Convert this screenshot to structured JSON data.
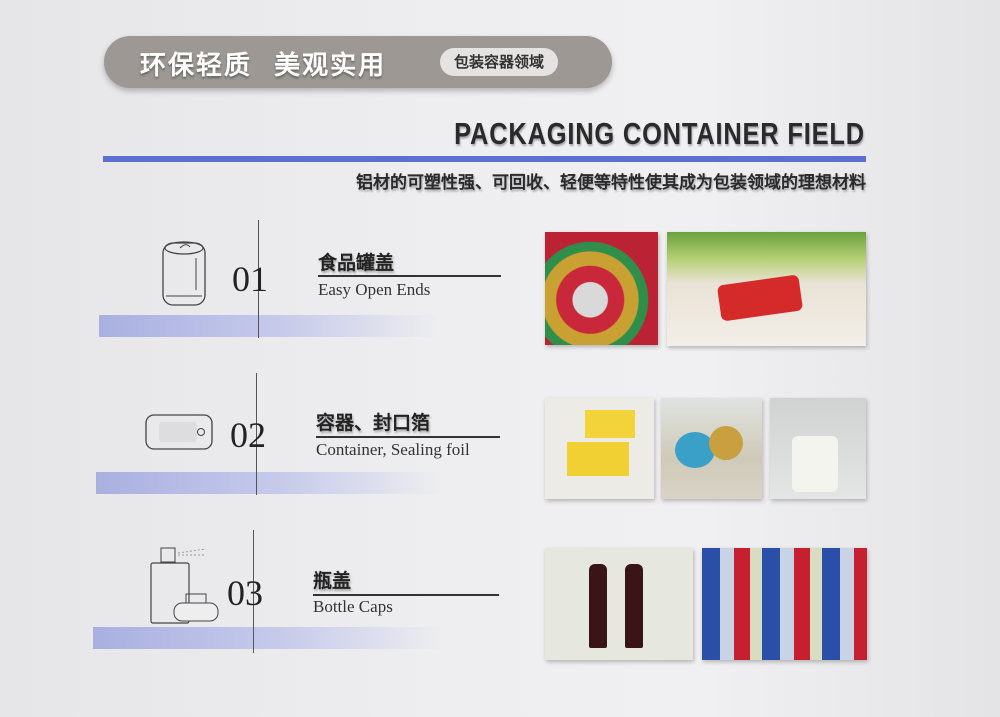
{
  "banner": {
    "title": "环保轻质  美观实用",
    "tag": "包装容器领域"
  },
  "header": {
    "title_en": "PACKAGING CONTAINER FIELD",
    "subtitle": "铝材的可塑性强、可回收、轻便等特性使其成为包装领域的理想材料"
  },
  "sections": [
    {
      "number": "01",
      "title_cn": "食品罐盖",
      "title_en": "Easy Open Ends",
      "icon": "can-icon"
    },
    {
      "number": "02",
      "title_cn": "容器、封口箔",
      "title_en": "Container, Sealing foil",
      "icon": "container-icon"
    },
    {
      "number": "03",
      "title_cn": "瓶盖",
      "title_en": "Bottle Caps",
      "icon": "spray-bottle-icon"
    }
  ],
  "colors": {
    "accent_line": "#5d6fcf",
    "band": "#a9b0e0",
    "banner": "#9d9893"
  }
}
